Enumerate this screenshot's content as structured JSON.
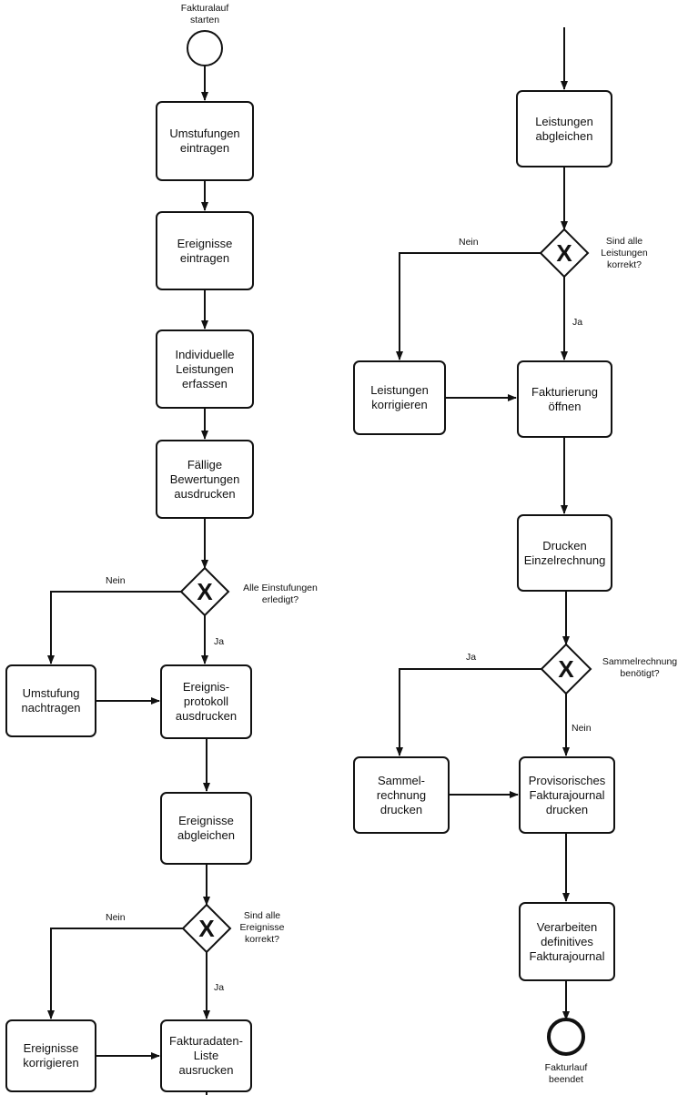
{
  "events": {
    "start": "Fakturalauf\nstarten",
    "end": "Fakturlauf\nbeendet"
  },
  "tasks": {
    "umstufungen_eintragen": "Umstufungen\neintragen",
    "ereignisse_eintragen": "Ereignisse\neintragen",
    "individuelle_leistungen": "Individuelle\nLeistungen\nerfassen",
    "faellige_bewertungen": "Fällige\nBewertungen\nausdrucken",
    "umstufung_nachtragen": "Umstufung\nnachtragen",
    "ereignisprotokoll": "Ereignis-\nprotokoll\nausdrucken",
    "ereignisse_abgleichen": "Ereignisse\nabgleichen",
    "ereignisse_korrigieren": "Ereignisse\nkorrigieren",
    "fakturadaten_liste": "Fakturadaten-\nListe ausrucken",
    "leistungen_abgleichen": "Leistungen\nabgleichen",
    "leistungen_korrigieren": "Leistungen\nkorrigieren",
    "fakturierung_oeffnen": "Fakturierung\nöffnen",
    "drucken_einzelrechnung": "Drucken\nEinzelrechnung",
    "sammelrechnung_drucken": "Sammel-\nrechnung\ndrucken",
    "provisorisches_journal": "Provisorisches\nFakturajournal\ndrucken",
    "verarbeiten_journal": "Verarbeiten\ndefinitives\nFakturajournal"
  },
  "gateways": {
    "einstufungen": "Alle Einstufungen\nerledigt?",
    "ereignisse_korrekt": "Sind alle\nEreignisse\nkorrekt?",
    "leistungen_korrekt": "Sind alle\nLeistungen\nkorrekt?",
    "sammelrechnung": "Sammelrechnung\nbenötigt?"
  },
  "edge_labels": {
    "nein_einstufungen": "Nein",
    "ja_einstufungen": "Ja",
    "nein_ereignisse": "Nein",
    "ja_ereignisse": "Ja",
    "nein_leistungen": "Nein",
    "ja_leistungen": "Ja",
    "ja_sammelrechnung": "Ja",
    "nein_sammelrechnung": "Nein"
  },
  "gateway_symbol": "X"
}
